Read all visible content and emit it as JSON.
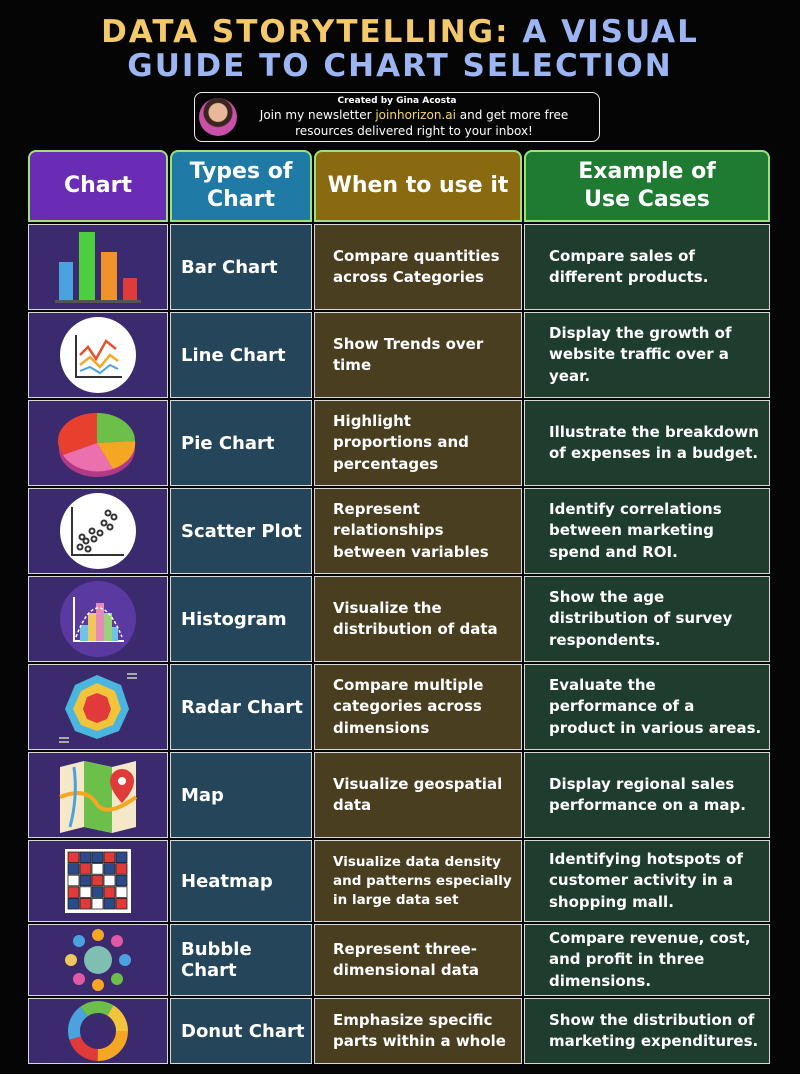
{
  "title": {
    "line1_a": "DATA STORYTELLING:",
    "line1_b": "A VISUAL",
    "line2": "GUIDE TO CHART SELECTION"
  },
  "credit": {
    "created_by": "Created by Gina Acosta",
    "line_a_pre": "Join my newsletter ",
    "link": "joinhorizon.ai",
    "line_a_post": " and get more free",
    "line_b": "resources delivered right to your inbox!"
  },
  "headers": {
    "chart": "Chart",
    "types": "Types of Chart",
    "when": "When to use it",
    "examples": "Example of Use Cases"
  },
  "rows": [
    {
      "icon": "bar-chart-icon",
      "type": "Bar Chart",
      "when": "Compare quantities across Categories",
      "example": "Compare sales of different products."
    },
    {
      "icon": "line-chart-icon",
      "type": "Line Chart",
      "when": "Show Trends over time",
      "example": "Display the growth of website traffic over a year."
    },
    {
      "icon": "pie-chart-icon",
      "type": "Pie Chart",
      "when": "Highlight proportions and percentages",
      "example": "Illustrate the breakdown of expenses in a budget."
    },
    {
      "icon": "scatter-plot-icon",
      "type": "Scatter Plot",
      "when": "Represent relationships between variables",
      "example": "Identify correlations between marketing spend and ROI."
    },
    {
      "icon": "histogram-icon",
      "type": "Histogram",
      "when": "Visualize the distribution of data",
      "example": "Show the age distribution of survey respondents."
    },
    {
      "icon": "radar-chart-icon",
      "type": "Radar Chart",
      "when": "Compare multiple categories across dimensions",
      "example": "Evaluate the performance of a product in various areas."
    },
    {
      "icon": "map-icon",
      "type": "Map",
      "when": "Visualize geospatial data",
      "example": "Display regional sales performance on a map."
    },
    {
      "icon": "heatmap-icon",
      "type": "Heatmap",
      "when": "Visualize data density and patterns especially in large data set",
      "example": "Identifying hotspots of customer activity in a shopping mall."
    },
    {
      "icon": "bubble-chart-icon",
      "type": "Bubble Chart",
      "when": "Represent three-dimensional data",
      "example": "Compare revenue, cost, and profit in three dimensions."
    },
    {
      "icon": "donut-chart-icon",
      "type": "Donut Chart",
      "when": "Emphasize specific parts within a whole",
      "example": "Show the distribution of marketing expenditures."
    }
  ]
}
